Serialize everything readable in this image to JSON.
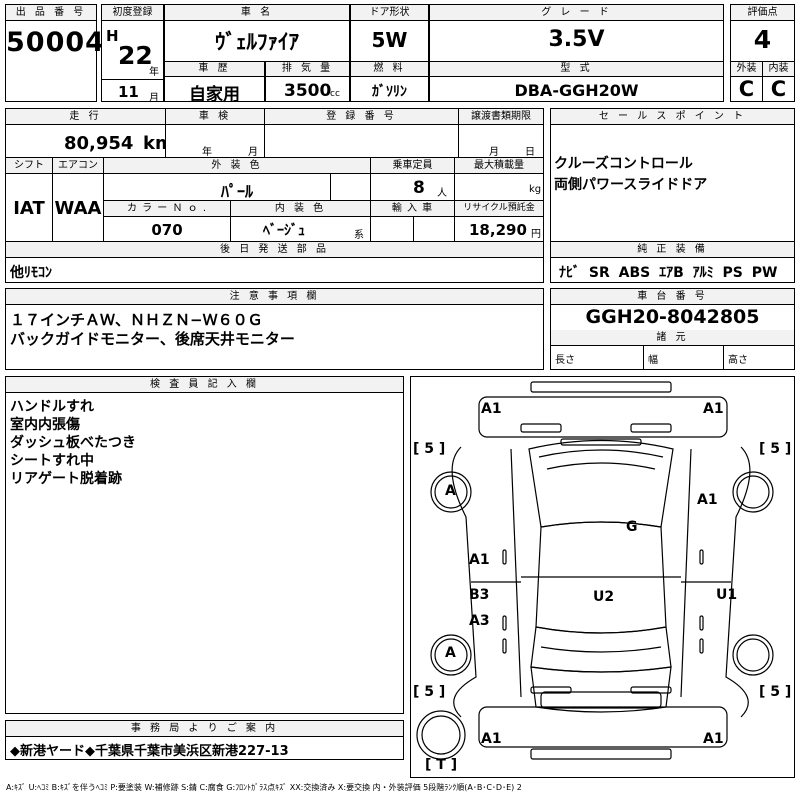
{
  "header": {
    "lot_no_label": "出 品 番 号",
    "lot_no": "50004",
    "first_reg_label": "初度登録",
    "era": "H",
    "year": "22",
    "year_unit": "年",
    "month": "11",
    "month_unit": "月",
    "model_name_label": "車 名",
    "model_name": "ｳﾞｪﾙﾌｧｲｱ",
    "door_label": "ドア形状",
    "door": "5W",
    "grade_label": "グ レ ー ド",
    "grade": "3.5V",
    "score_label": "評価点",
    "score": "4",
    "history_label": "車 歴",
    "history": "自家用",
    "disp_label": "排 気 量",
    "disp": "3500",
    "disp_unit": "cc",
    "fuel_label": "燃 料",
    "fuel": "ｶﾞｿﾘﾝ",
    "type_label": "型 式",
    "type_code": "DBA-GGH20W",
    "ext_label": "外装",
    "ext": "C",
    "int_label": "内装",
    "int": "C"
  },
  "row2": {
    "mileage_label": "走 行",
    "mileage": "80,954",
    "mileage_unit": "km",
    "inspection_label": "車 検",
    "insp_year_unit": "年",
    "insp_month_unit": "月",
    "reg_label": "登 録 番 号",
    "transfer_label": "譲渡書類期限",
    "transfer_month_unit": "月",
    "transfer_day_unit": "日",
    "shift_label": "シフト",
    "shift": "IAT",
    "aircon_label": "エアコン",
    "aircon": "WAA",
    "color_label": "外 装 色",
    "color": "ﾊﾟｰﾙ",
    "capacity_label": "乗車定員",
    "capacity": "8",
    "capacity_unit": "人",
    "load_label": "最大積載量",
    "load_unit": "kg",
    "color_no_label": "カ ラ ー Ｎ ｏ .",
    "color_no": "070",
    "int_color_label": "内 装 色",
    "int_color": "ﾍﾞｰｼﾞｭ",
    "int_color_unit": "系",
    "import_label": "輸 入 車",
    "recycle_label": "リサイクル預託金",
    "recycle": "18,290",
    "recycle_unit": "円",
    "later_parts_label": "後 日 発 送 部 品",
    "later_parts": "他ﾘﾓｺﾝ"
  },
  "sales": {
    "label": "セ ー ル ス ポ イ ン ト",
    "lines": [
      "クルーズコントロール",
      "両側パワースライドドア"
    ]
  },
  "genuine": {
    "label": "純 正 装 備",
    "items": [
      "ﾅﾋﾞ",
      "SR",
      "ABS",
      "ｴｱB",
      "ｱﾙﾐ",
      "PS",
      "PW"
    ]
  },
  "notes": {
    "label": "注 意 事 項 欄",
    "lines": [
      "１７インチＡＷ、ＮＨＺＮ−Ｗ６０Ｇ",
      "バックガイドモニター、後席天井モニター"
    ]
  },
  "chassis": {
    "label": "車 台 番 号",
    "value": "GGH20-8042805",
    "dims_label": "諸 元",
    "length": "長さ",
    "width": "幅",
    "height": "高さ"
  },
  "inspector": {
    "label": "検 査 員 記 入 欄",
    "lines": [
      "ハンドルすれ",
      "室内内張傷",
      "ダッシュ板べたつき",
      "シートすれ中",
      "リアゲート脱着跡"
    ]
  },
  "office": {
    "label": "事 務 局 よ り ご 案 内",
    "text": "◆新港ヤード◆千葉県千葉市美浜区新港227-13"
  },
  "diagram": {
    "tire_front_left": "[ 5 ]",
    "tire_front_right": "[ 5 ]",
    "tire_rear_left": "[ 5 ]",
    "tire_rear_right": "[ 5 ]",
    "spare": "[ T ]",
    "marks": {
      "front_bumper_left": "A1",
      "front_bumper_right": "A1",
      "front_fender_left": "A",
      "front_fender_right": "A1",
      "roof": "G",
      "front_door_left": "A1",
      "slide_door_left_1": "B3",
      "slide_door_left_2": "A3",
      "rear_area": "U2",
      "slide_door_right": "U1",
      "rear_fender_left": "A",
      "rear_bumper_left": "A1",
      "rear_bumper_right": "A1"
    }
  },
  "legend": "A:ｷｽﾞ U:ﾍｺﾐ B:ｷｽﾞを伴うﾍｺﾐ P:要塗装 W:補修跡 S:錆 C:腐食 G:ﾌﾛﾝﾄｶﾞﾗｽ点ｷｽﾞ XX:交換済み X:要交換 内・外装評価 5段階ﾗﾝｸ順(A･B･C･D･E) 2"
}
